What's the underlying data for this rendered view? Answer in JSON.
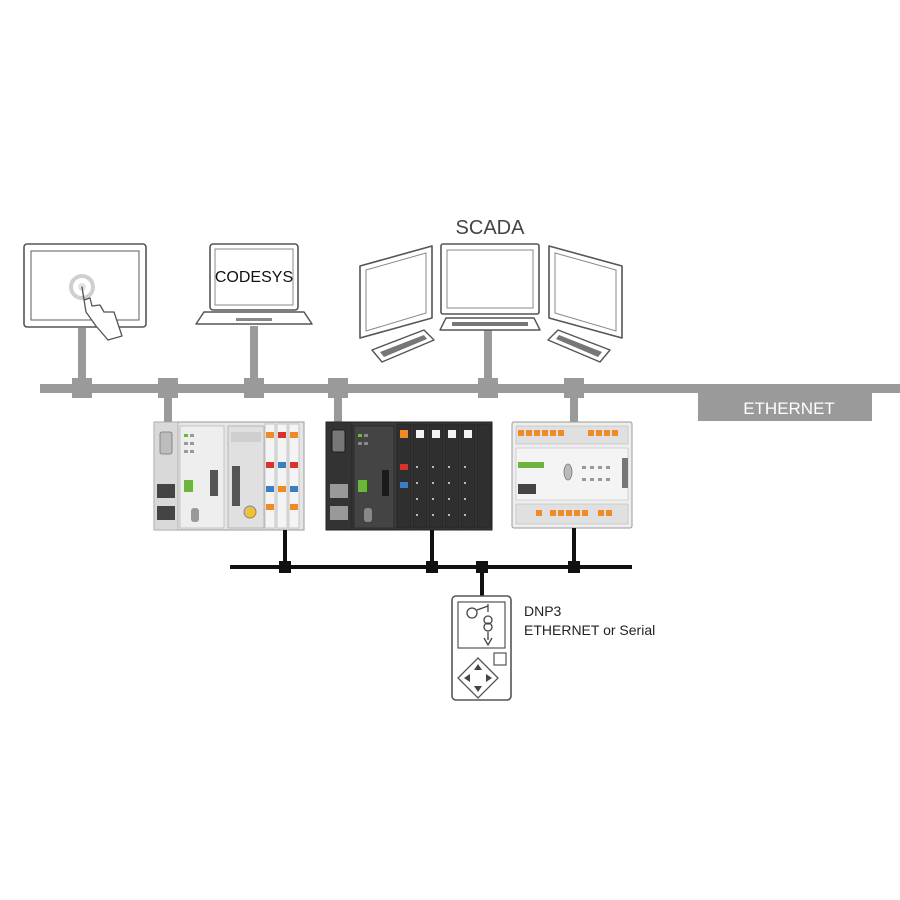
{
  "labels": {
    "scada": "SCADA",
    "codesys": "CODESYS",
    "ethernet": "ETHERNET",
    "dnp3_line1": "DNP3",
    "dnp3_line2": "ETHERNET or Serial"
  },
  "colors": {
    "ethernet_bus": "#9a9a9a",
    "field_bus": "#111111",
    "outline": "#555555",
    "device_light": "#e6e6e6",
    "device_dark": "#3a3a3a",
    "accent_green": "#6cb33f",
    "accent_orange": "#f08a24",
    "accent_red": "#d9322b",
    "accent_blue": "#3a7fc4"
  },
  "icons": {
    "touch_panel": "hand-touch-icon",
    "laptop": "laptop-icon",
    "scada_monitors": "monitor-icon",
    "outstation": "transformer-switch-icon"
  }
}
